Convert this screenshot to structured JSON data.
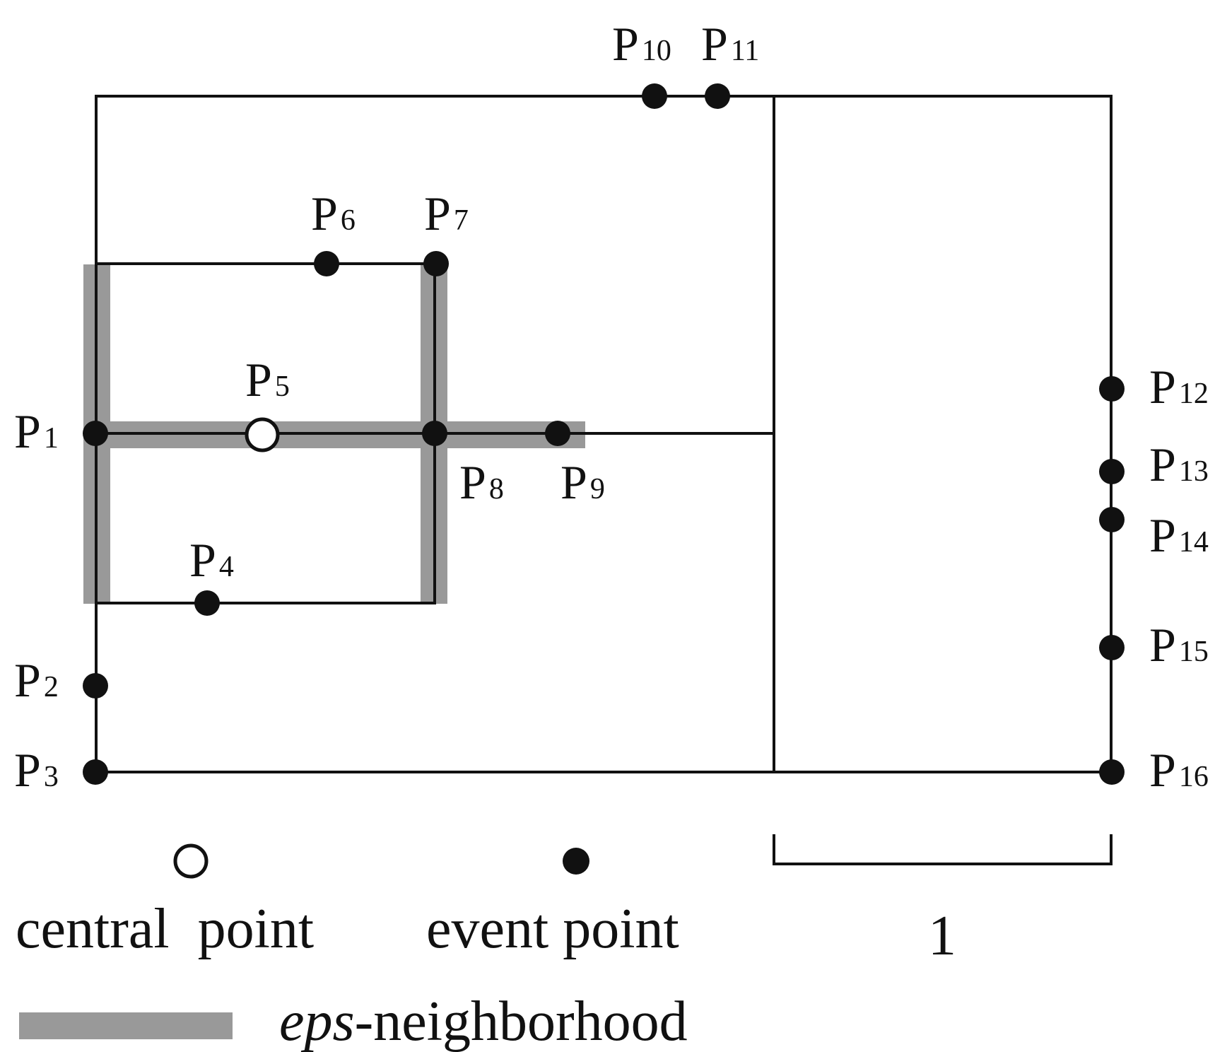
{
  "colors": {
    "line": "#111111",
    "neighborhood": "#999999",
    "background": "#ffffff"
  },
  "points": [
    {
      "id": "P1",
      "main": "P",
      "sub": "1",
      "type": "event"
    },
    {
      "id": "P2",
      "main": "P",
      "sub": "2",
      "type": "event"
    },
    {
      "id": "P3",
      "main": "P",
      "sub": "3",
      "type": "event"
    },
    {
      "id": "P4",
      "main": "P",
      "sub": "4",
      "type": "event"
    },
    {
      "id": "P5",
      "main": "P",
      "sub": "5",
      "type": "central"
    },
    {
      "id": "P6",
      "main": "P",
      "sub": "6",
      "type": "event"
    },
    {
      "id": "P7",
      "main": "P",
      "sub": "7",
      "type": "event"
    },
    {
      "id": "P8",
      "main": "P",
      "sub": "8",
      "type": "event"
    },
    {
      "id": "P9",
      "main": "P",
      "sub": "9",
      "type": "event"
    },
    {
      "id": "P10",
      "main": "P",
      "sub": "10",
      "type": "event"
    },
    {
      "id": "P11",
      "main": "P",
      "sub": "11",
      "type": "event"
    },
    {
      "id": "P12",
      "main": "P",
      "sub": "12",
      "type": "event"
    },
    {
      "id": "P13",
      "main": "P",
      "sub": "13",
      "type": "event"
    },
    {
      "id": "P14",
      "main": "P",
      "sub": "14",
      "type": "event"
    },
    {
      "id": "P15",
      "main": "P",
      "sub": "15",
      "type": "event"
    },
    {
      "id": "P16",
      "main": "P",
      "sub": "16",
      "type": "event"
    }
  ],
  "legend": {
    "central_label": "central  point",
    "event_label": "event point",
    "eps_italic": "eps",
    "eps_rest": "-neighborhood"
  },
  "scale": {
    "label": "1"
  }
}
